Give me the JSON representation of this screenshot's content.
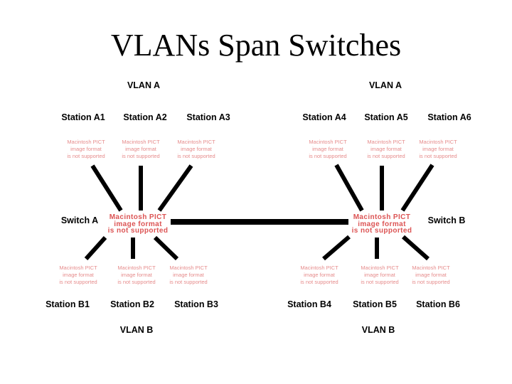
{
  "title": "VLANs Span Switches",
  "vlans": {
    "top_left": "VLAN A",
    "top_right": "VLAN A",
    "bottom_left": "VLAN B",
    "bottom_right": "VLAN B"
  },
  "switches": {
    "left": "Switch A",
    "right": "Switch B"
  },
  "stations_top": [
    "Station A1",
    "Station A2",
    "Station A3",
    "Station A4",
    "Station A5",
    "Station A6"
  ],
  "stations_bottom": [
    "Station B1",
    "Station B2",
    "Station B3",
    "Station B4",
    "Station B5",
    "Station B6"
  ],
  "pict_placeholder": {
    "text": "Macintosh PICT\nimage format\nis not supported"
  },
  "colors": {
    "pict_text_small": "#E68C8C",
    "pict_text_large": "#DC5454",
    "link_line": "#000000",
    "label_text": "#000000",
    "background": "#FFFFFF"
  }
}
